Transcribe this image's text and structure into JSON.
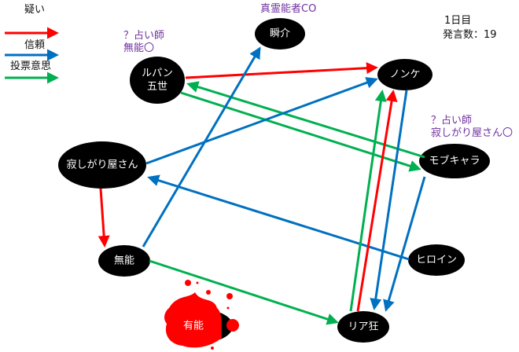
{
  "legend": [
    {
      "label": "疑い",
      "type": "doubt",
      "color": "#ff0000"
    },
    {
      "label": "信頼",
      "type": "trust",
      "color": "#0070c0"
    },
    {
      "label": "投票意思",
      "type": "vote",
      "color": "#00b050"
    }
  ],
  "info": {
    "day": "1日目",
    "post_count": "発言数：19"
  },
  "annotations": {
    "lupin_1": "？占い師",
    "lupin_2": "無能〇",
    "shunsuke": "真霊能者CO",
    "mob_1": "？占い師",
    "mob_2": "寂しがり屋さん〇"
  },
  "nodes": [
    {
      "id": "lupin",
      "label": [
        "ルパン",
        "五世"
      ]
    },
    {
      "id": "shunsuke",
      "label": [
        "瞬介"
      ]
    },
    {
      "id": "nonke",
      "label": [
        "ノンケ"
      ]
    },
    {
      "id": "sabishi",
      "label": [
        "寂しがり屋さん"
      ]
    },
    {
      "id": "mob",
      "label": [
        "モブキャラ"
      ]
    },
    {
      "id": "munou",
      "label": [
        "無能"
      ]
    },
    {
      "id": "heroine",
      "label": [
        "ヒロイン"
      ]
    },
    {
      "id": "yuunou",
      "label": [
        "有能"
      ],
      "status": "dead"
    },
    {
      "id": "riakyou",
      "label": [
        "リア狂"
      ]
    }
  ],
  "edges": [
    {
      "from": "lupin",
      "to": "nonke",
      "type": "doubt"
    },
    {
      "from": "mob",
      "to": "lupin",
      "type": "vote"
    },
    {
      "from": "lupin",
      "to": "mob",
      "type": "vote"
    },
    {
      "from": "sabishi",
      "to": "nonke",
      "type": "trust"
    },
    {
      "from": "munou",
      "to": "shunsuke",
      "type": "trust"
    },
    {
      "from": "sabishi",
      "to": "munou",
      "type": "doubt"
    },
    {
      "from": "heroine",
      "to": "sabishi",
      "type": "trust"
    },
    {
      "from": "munou",
      "to": "riakyou",
      "type": "vote"
    },
    {
      "from": "riakyou",
      "to": "nonke",
      "type": "vote"
    },
    {
      "from": "riakyou",
      "to": "nonke",
      "type": "doubt"
    },
    {
      "from": "nonke",
      "to": "riakyou",
      "type": "trust"
    },
    {
      "from": "mob",
      "to": "riakyou",
      "type": "trust"
    }
  ]
}
